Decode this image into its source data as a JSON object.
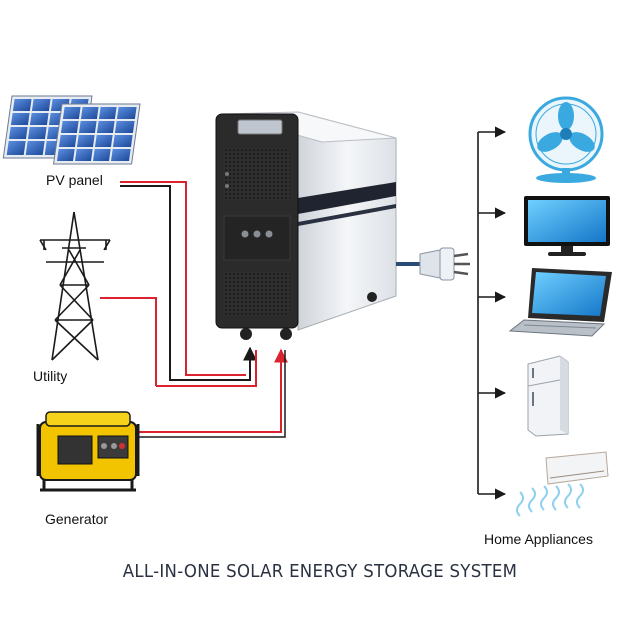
{
  "title": "ALL-IN-ONE SOLAR ENERGY STORAGE SYSTEM",
  "sources": {
    "pv_panel": "PV panel",
    "utility": "Utility",
    "generator": "Generator"
  },
  "loads": {
    "label": "Home Appliances",
    "items": [
      "fan-icon",
      "tv-icon",
      "laptop-icon",
      "refrigerator-icon",
      "air-conditioner-icon"
    ]
  },
  "colors": {
    "wire_red": "#d9232e",
    "wire_black": "#1a1a1a",
    "cabinet_dark": "#2b2b2b",
    "cabinet_light": "#eceff2",
    "panel_blue": "#2f5fb4",
    "generator_yellow": "#f2c400",
    "appliance_blue": "#3aa9e0"
  }
}
